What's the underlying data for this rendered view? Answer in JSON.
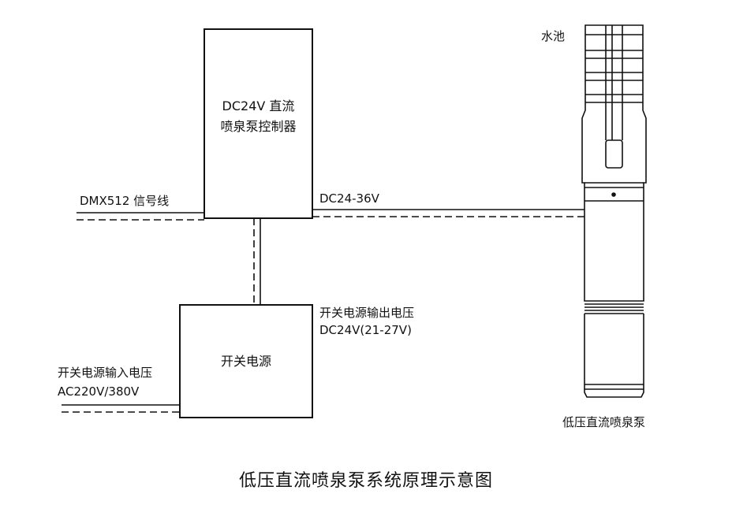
{
  "controller": {
    "line1": "DC24V 直流",
    "line2": "喷泉泵控制器"
  },
  "power_supply": {
    "label": "开关电源"
  },
  "signal_line": {
    "label": "DMX512 信号线"
  },
  "output_line": {
    "label": "DC24-36V"
  },
  "psu_output": {
    "line1": "开关电源输出电压",
    "line2": "DC24V(21-27V)"
  },
  "psu_input": {
    "line1": "开关电源输入电压",
    "line2": "AC220V/380V"
  },
  "pool": {
    "label": "水池"
  },
  "pump": {
    "label": "低压直流喷泉泵"
  },
  "caption": "低压直流喷泉泵系统原理示意图",
  "colors": {
    "line": "#111111",
    "background": "#ffffff"
  }
}
